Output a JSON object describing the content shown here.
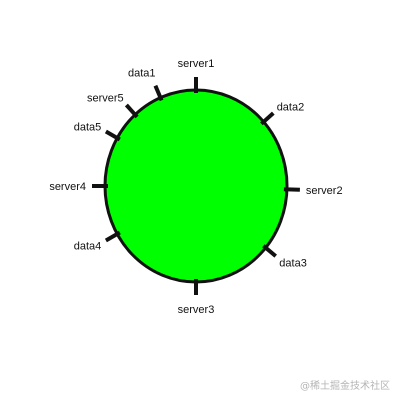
{
  "diagram": {
    "ring_fill": "#00ff00",
    "ring_stroke": "#111111",
    "tick_color": "#111111",
    "nodes": [
      {
        "label": "server1",
        "angle_deg": 0
      },
      {
        "label": "data2",
        "angle_deg": 48
      },
      {
        "label": "server2",
        "angle_deg": 92
      },
      {
        "label": "data3",
        "angle_deg": 130
      },
      {
        "label": "server3",
        "angle_deg": 180
      },
      {
        "label": "data4",
        "angle_deg": 240
      },
      {
        "label": "server4",
        "angle_deg": 270
      },
      {
        "label": "data5",
        "angle_deg": 300
      },
      {
        "label": "server5",
        "angle_deg": 318
      },
      {
        "label": "data1",
        "angle_deg": 337
      }
    ]
  },
  "watermark": "@稀土掘金技术社区"
}
